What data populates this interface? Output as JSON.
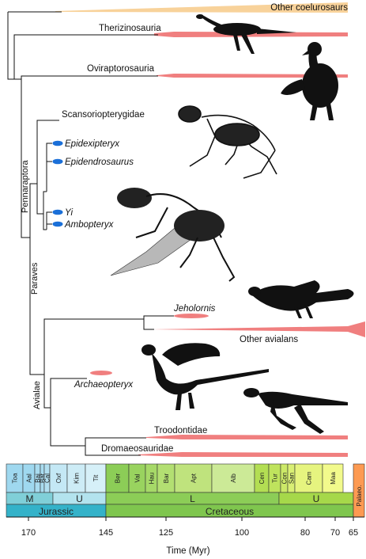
{
  "taxa": {
    "other_coelurosaurs": "Other coelurosaurs",
    "therizinosauria": "Therizinosauria",
    "oviraptorosauria": "Oviraptorosauria",
    "scansoriopterygidae": "Scansoriopterygidae",
    "epidexipteryx": "Epidexipteryx",
    "epidendrosaurus": "Epidendrosaurus",
    "yi": "Yi",
    "ambopteryx": "Ambopteryx",
    "jeholornis": "Jeholornis",
    "other_avialans": "Other avialans",
    "archaeopteryx": "Archaeopteryx",
    "troodontidae": "Troodontidae",
    "dromaeosauridae": "Dromaeosauridae"
  },
  "clades": {
    "pennaraptora": "Pennaraptora",
    "paraves": "Paraves",
    "avialae": "Avialae"
  },
  "timescale": {
    "stages": [
      {
        "label": "Toa",
        "color": "#9fd8ef"
      },
      {
        "label": "Aal",
        "color": "#9fd8ef"
      },
      {
        "label": "Baj",
        "color": "#a9dcf0"
      },
      {
        "label": "Bat",
        "color": "#a9dcf0"
      },
      {
        "label": "Cal",
        "color": "#b2e0f1"
      },
      {
        "label": "Oxf",
        "color": "#c4e8f5"
      },
      {
        "label": "Kim",
        "color": "#cdecf6"
      },
      {
        "label": "Tit",
        "color": "#d6f0f8"
      },
      {
        "label": "Ber",
        "color": "#8ccd57"
      },
      {
        "label": "Val",
        "color": "#99d35f"
      },
      {
        "label": "Hau",
        "color": "#a6d968"
      },
      {
        "label": "Bar",
        "color": "#b3df72"
      },
      {
        "label": "Apt",
        "color": "#bfe37d"
      },
      {
        "label": "Alb",
        "color": "#ccea97"
      },
      {
        "label": "Cen",
        "color": "#b3de53"
      },
      {
        "label": "Tur",
        "color": "#bfe35d"
      },
      {
        "label": "Con",
        "color": "#cce968"
      },
      {
        "label": "San",
        "color": "#d9ef74"
      },
      {
        "label": "Cam",
        "color": "#e6f47f"
      },
      {
        "label": "Maa",
        "color": "#f2fa8c"
      }
    ],
    "epochs": [
      {
        "label": "M",
        "color": "#80cfd8"
      },
      {
        "label": "U",
        "color": "#b3e3ee"
      },
      {
        "label": "L",
        "color": "#8ccd57"
      },
      {
        "label": "U",
        "color": "#a6d84a"
      }
    ],
    "periods": [
      {
        "label": "Jurassic",
        "color": "#34b2c9"
      },
      {
        "label": "Cretaceous",
        "color": "#7fc64e"
      }
    ],
    "palaeogene": {
      "label": "Palaeo.",
      "color": "#fd9a52"
    },
    "ticks": [
      "170",
      "145",
      "125",
      "100",
      "80",
      "70",
      "65"
    ],
    "axis_title": "Time (Myr)"
  },
  "colors": {
    "range_bar": "#f07f7f",
    "coelurosaur_bar": "#f8d29a",
    "scansoriopterygid_marker": "#1a6fd8"
  }
}
